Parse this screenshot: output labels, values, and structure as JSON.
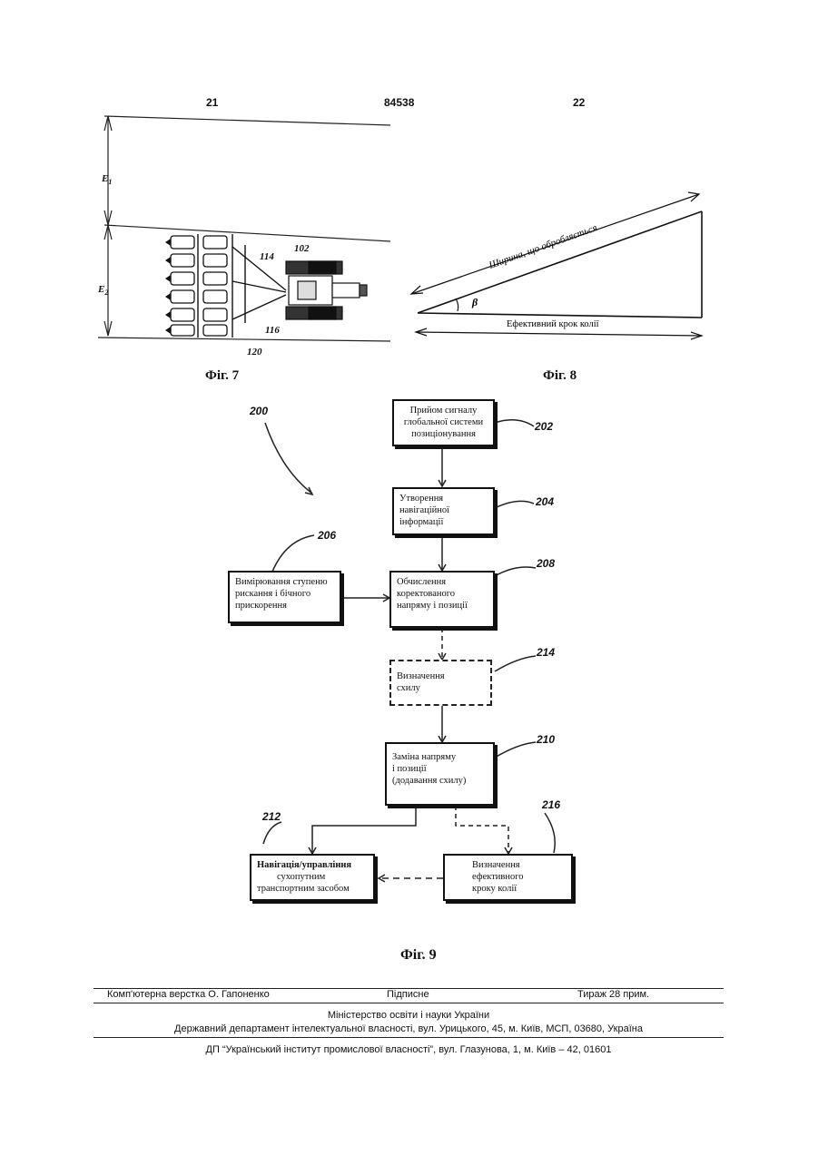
{
  "header": {
    "page_left": "21",
    "patent_number": "84538",
    "page_right": "22"
  },
  "fig7": {
    "caption": "Фіг. 7",
    "labels": {
      "e1": "E",
      "e1_sub": "1",
      "e2": "E",
      "e2_sub": "2",
      "r102": "102",
      "r114": "114",
      "r116": "116",
      "r120": "120"
    }
  },
  "fig8": {
    "caption": "Фіг. 8",
    "hyp_label": "Ширина, що обробляється",
    "base_label": "Ефективний крок колії",
    "angle_label": "β"
  },
  "fig9": {
    "caption": "Фіг. 9",
    "label_200": "200",
    "boxes": {
      "b202": {
        "line1": "Прийом сигналу",
        "line2": "глобальної системи",
        "line3": "позиціонування",
        "ref": "202"
      },
      "b204": {
        "line1": "Утворення",
        "line2": "навігаційної",
        "line3": "інформації",
        "ref": "204"
      },
      "b206": {
        "line1": "Вимірювання ступеню",
        "line2": "рискання і бічного",
        "line3": "прискорення",
        "ref": "206"
      },
      "b208": {
        "line1": "Обчислення",
        "line2": "коректованого",
        "line3": "напряму і позиції",
        "ref": "208"
      },
      "b214": {
        "line1": "Визначення",
        "line2": "схилу",
        "ref": "214"
      },
      "b210": {
        "line1": "Заміна напряму",
        "line2": "і позиції",
        "line3": "(додавання схилу)",
        "ref": "210"
      },
      "b212": {
        "line1": "Навігація/управління",
        "line2": "сухопутним",
        "line3": "транспортним засобом",
        "ref": "212"
      },
      "b216": {
        "line1": "Визначення",
        "line2": "ефективного",
        "line3": "кроку колії",
        "ref": "216"
      }
    }
  },
  "footer": {
    "layout": "Комп'ютерна верстка О. Гапоненко",
    "signed": "Підписне",
    "circulation": "Тираж 28 прим.",
    "ministry": "Міністерство освіти і науки України",
    "department": "Державний департамент інтелектуальної власності, вул. Урицького, 45, м. Київ, МСП, 03680, Україна",
    "institute": "ДП “Український інститут промислової власності”, вул. Глазунова, 1, м. Київ – 42, 01601"
  }
}
